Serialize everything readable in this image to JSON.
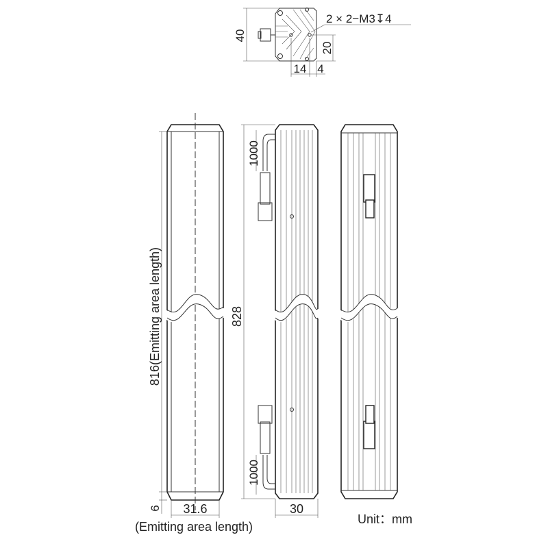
{
  "title": "Bar light dimension drawing",
  "end_view": {
    "height_dim": "40",
    "hole_spacing_dim": "20",
    "offset_dim_a": "14",
    "offset_dim_b": "4",
    "thread_callout": "2 × 2−M3↧4"
  },
  "front_view": {
    "emitting_length_dim": "816(Emitting area length)",
    "end_margin_dim": "6",
    "width_dim": "31.6",
    "width_caption": "(Emitting area length)"
  },
  "side_view": {
    "overall_length_dim": "828",
    "cable_top_dim": "1000",
    "cable_bottom_dim": "1000",
    "depth_dim": "30"
  },
  "unit_label": "Unit：mm"
}
